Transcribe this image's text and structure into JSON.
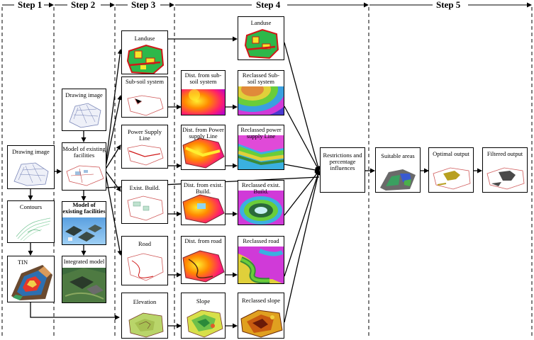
{
  "steps": [
    "Step 1",
    "Step 2",
    "Step 3",
    "Step 4",
    "Step 5"
  ],
  "step1": {
    "drawing": "Drawing image",
    "contours": "Contours",
    "tin": "TIN"
  },
  "step2": {
    "drawing": "Drawing image",
    "model_existing": "Model of existing facilities",
    "model_existing_2": "Model of existing facilities",
    "integrated": "Integrated model"
  },
  "step3": {
    "landuse": "Landuse",
    "subsoil": "Sub-soil system",
    "power": "Power Supply Line",
    "exist_build": "Exist. Build.",
    "road": "Road",
    "elevation": "Elevation"
  },
  "step4_dist": {
    "subsoil": "Dist. from sub-soil system",
    "power": "Dist. from Power supply Line",
    "exist_build": "Dist. from exist. Build.",
    "road": "Dist. from road",
    "slope": "Slope"
  },
  "step4_reclass": {
    "landuse": "Landuse",
    "subsoil": "Reclassed Sub-soil system",
    "power": "Reclassed power supply Line",
    "exist_build": "Reclassed exist. Build.",
    "road": "Reclassed road",
    "slope": "Reclassed slope"
  },
  "step5": {
    "restrictions": "Restrictions and percentage influences",
    "suitable": "Suitable areas",
    "optimal": "Optimal output",
    "filtered": "Filtered output"
  }
}
